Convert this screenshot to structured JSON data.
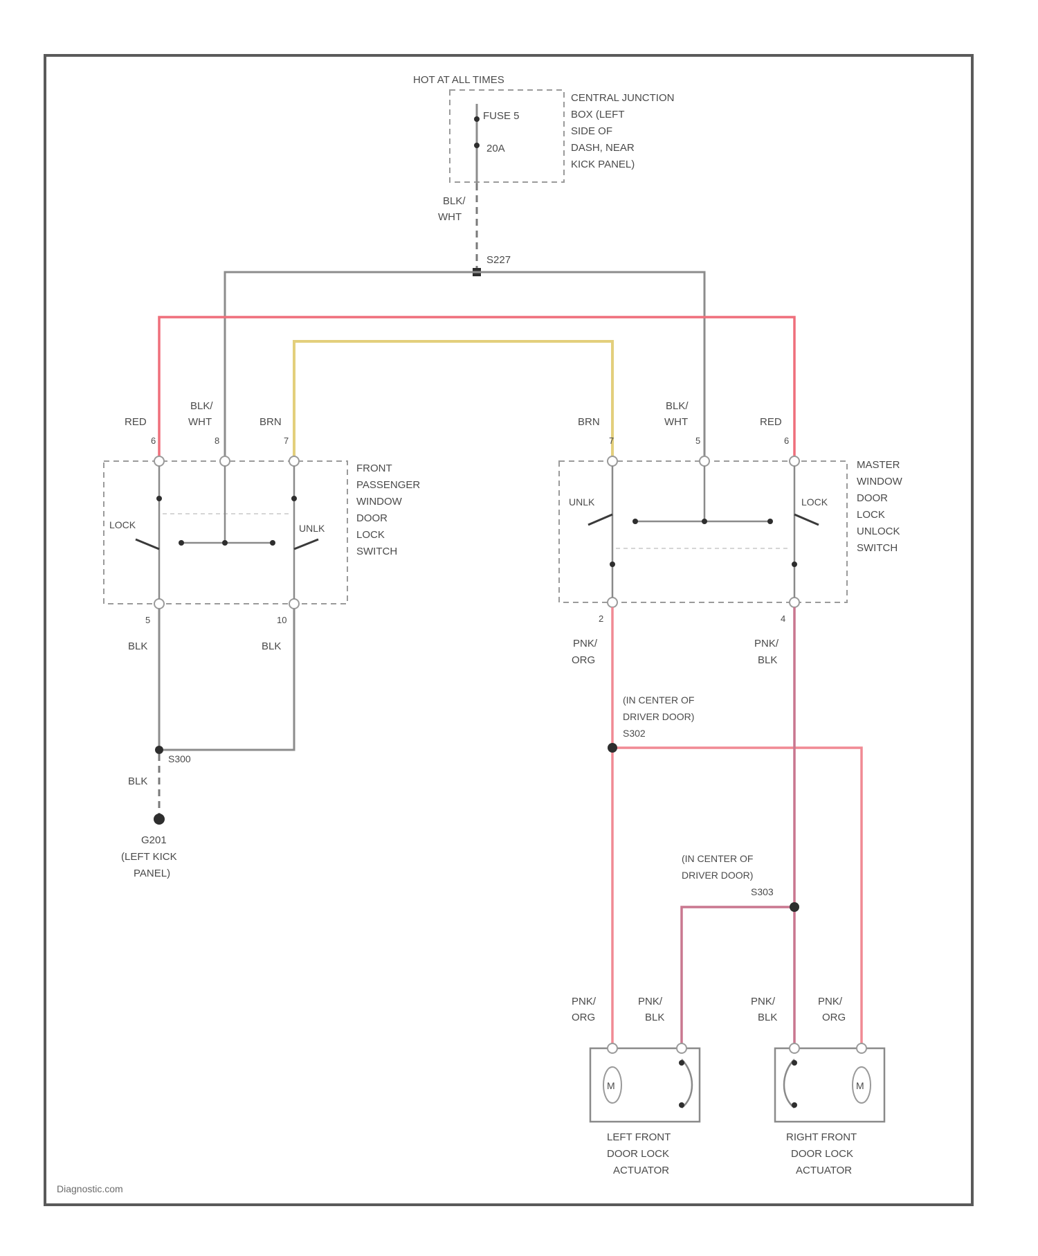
{
  "diagram": {
    "source_label": "HOT AT ALL TIMES",
    "fuse": {
      "name": "FUSE 5",
      "rating": "20A",
      "location_lines": [
        "CENTRAL JUNCTION",
        "BOX (LEFT",
        "SIDE OF",
        "DASH, NEAR",
        "KICK PANEL)"
      ]
    },
    "feed_wire_color": [
      "BLK/",
      "WHT"
    ],
    "splice_top": "S227",
    "passenger_switch": {
      "name_lines": [
        "FRONT",
        "PASSENGER",
        "WINDOW",
        "DOOR",
        "LOCK",
        "SWITCH"
      ],
      "wires": [
        {
          "color": "RED",
          "pin": "6"
        },
        {
          "color_lines": [
            "BLK/",
            "WHT"
          ],
          "pin": "8"
        },
        {
          "color": "BRN",
          "pin": "7"
        }
      ],
      "lock_label": "LOCK",
      "unlock_label": "UNLK",
      "bottom_pins": [
        "5",
        "10"
      ],
      "bottom_wires": [
        "BLK",
        "BLK"
      ]
    },
    "master_switch": {
      "name_lines": [
        "MASTER",
        "WINDOW",
        "DOOR",
        "LOCK",
        "UNLOCK",
        "SWITCH"
      ],
      "wires": [
        {
          "color": "BRN",
          "pin": "7"
        },
        {
          "color_lines": [
            "BLK/",
            "WHT"
          ],
          "pin": "5"
        },
        {
          "color": "RED",
          "pin": "6"
        }
      ],
      "unlock_label": "UNLK",
      "lock_label": "LOCK",
      "bottom_pins": [
        "2",
        "4"
      ],
      "bottom_wires": [
        [
          "PNK/",
          "ORG"
        ],
        [
          "PNK/",
          "BLK"
        ]
      ]
    },
    "splice_ground": "S300",
    "ground_wire": "BLK",
    "ground_lines": [
      "G201",
      "(LEFT KICK",
      "PANEL)"
    ],
    "splice_mid_lines": [
      "(IN CENTER OF",
      "DRIVER DOOR)",
      "S302"
    ],
    "splice_low_lines": [
      "(IN CENTER OF",
      "DRIVER DOOR)",
      "S303"
    ],
    "actuator_wires": [
      [
        "PNK/",
        "ORG"
      ],
      [
        "PNK/",
        "BLK"
      ],
      [
        "PNK/",
        "BLK"
      ],
      [
        "PNK/",
        "ORG"
      ]
    ],
    "motor_symbol": "M",
    "left_actuator_lines": [
      "LEFT FRONT",
      "DOOR LOCK",
      "ACTUATOR"
    ],
    "right_actuator_lines": [
      "RIGHT FRONT",
      "DOOR LOCK",
      "ACTUATOR"
    ],
    "credit": "Diagnostic.com"
  },
  "colors": {
    "red_wire": "#ef6f7b",
    "brown_wire": "#e3cf7c",
    "black_wire": "#8c8c8c",
    "pink_orange_wire": "#f18a94",
    "pink_black_wire": "#c9778f"
  }
}
